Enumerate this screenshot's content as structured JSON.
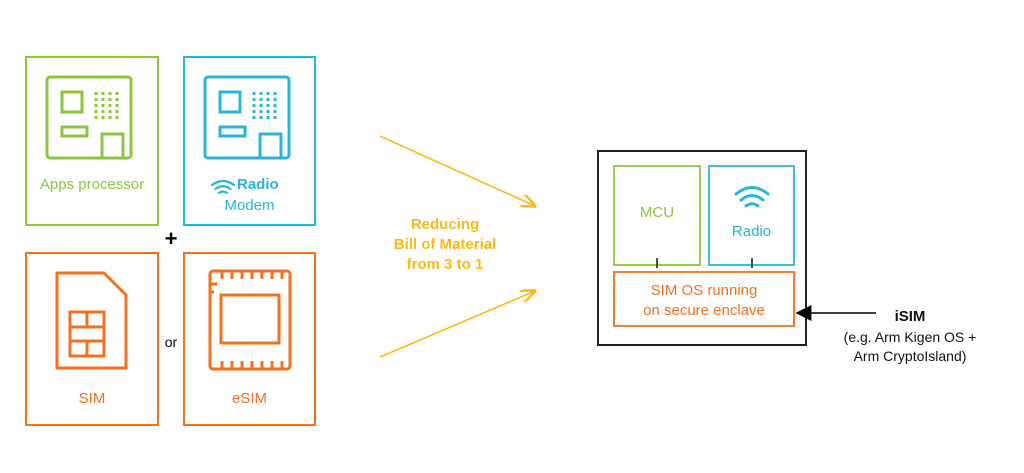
{
  "left": {
    "apps_processor": {
      "label": "Apps processor",
      "color": "#8cc63f",
      "icon": "chip-icon"
    },
    "radio_modem": {
      "label_bold": "Radio",
      "label_line2": "Modem",
      "color": "#29b6d6",
      "icon": "chip-icon"
    },
    "plus": "+",
    "or": "or",
    "sim": {
      "label": "SIM",
      "color": "#f37021",
      "icon": "sim-card-icon"
    },
    "esim": {
      "label": "eSIM",
      "color": "#f37021",
      "icon": "esim-chip-icon"
    }
  },
  "middle": {
    "line1": "Reducing",
    "line2": "Bill of Material",
    "line3": "from 3 to 1",
    "color": "#fbb918"
  },
  "right": {
    "mcu": "MCU",
    "radio": "Radio",
    "sim_os_line1": "SIM OS running",
    "sim_os_line2": "on secure enclave",
    "isim_title": "iSIM",
    "isim_line1": "(e.g. Arm Kigen OS +",
    "isim_line2": "Arm CryptoIsland)"
  }
}
